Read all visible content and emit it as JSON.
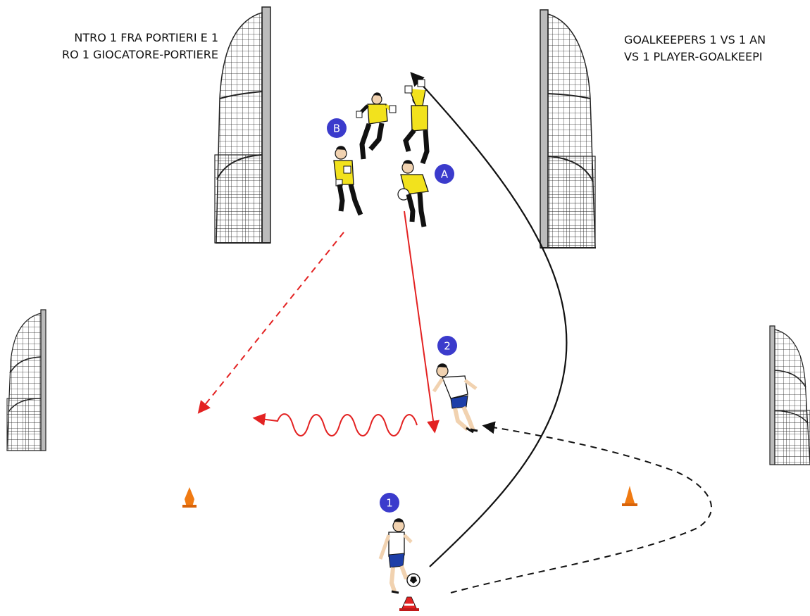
{
  "captions": {
    "italian": [
      "NTRO 1 FRA PORTIERI E 1",
      "RO 1 GIOCATORE-PORTIERE"
    ],
    "english": [
      "GOALKEEPERS 1 VS 1 AN",
      "VS 1 PLAYER-GOALKEEPI"
    ]
  },
  "badges": {
    "goalkeeper_a": "A",
    "goalkeeper_b": "B",
    "player_1": "1",
    "player_2": "2"
  },
  "colors": {
    "badge": "#3b3bcc",
    "pass": "#e32222",
    "movement": "#111111",
    "keeper_shirt": "#f2e21d",
    "player_shorts": "#1d3ea8",
    "cone": "#f07a12"
  },
  "legend_icons": [
    "goal-icon",
    "goalkeeper-icon",
    "player-icon",
    "ball-icon",
    "cone-icon",
    "pass-arrow-icon",
    "dribble-arrow-icon",
    "run-arrow-icon"
  ]
}
